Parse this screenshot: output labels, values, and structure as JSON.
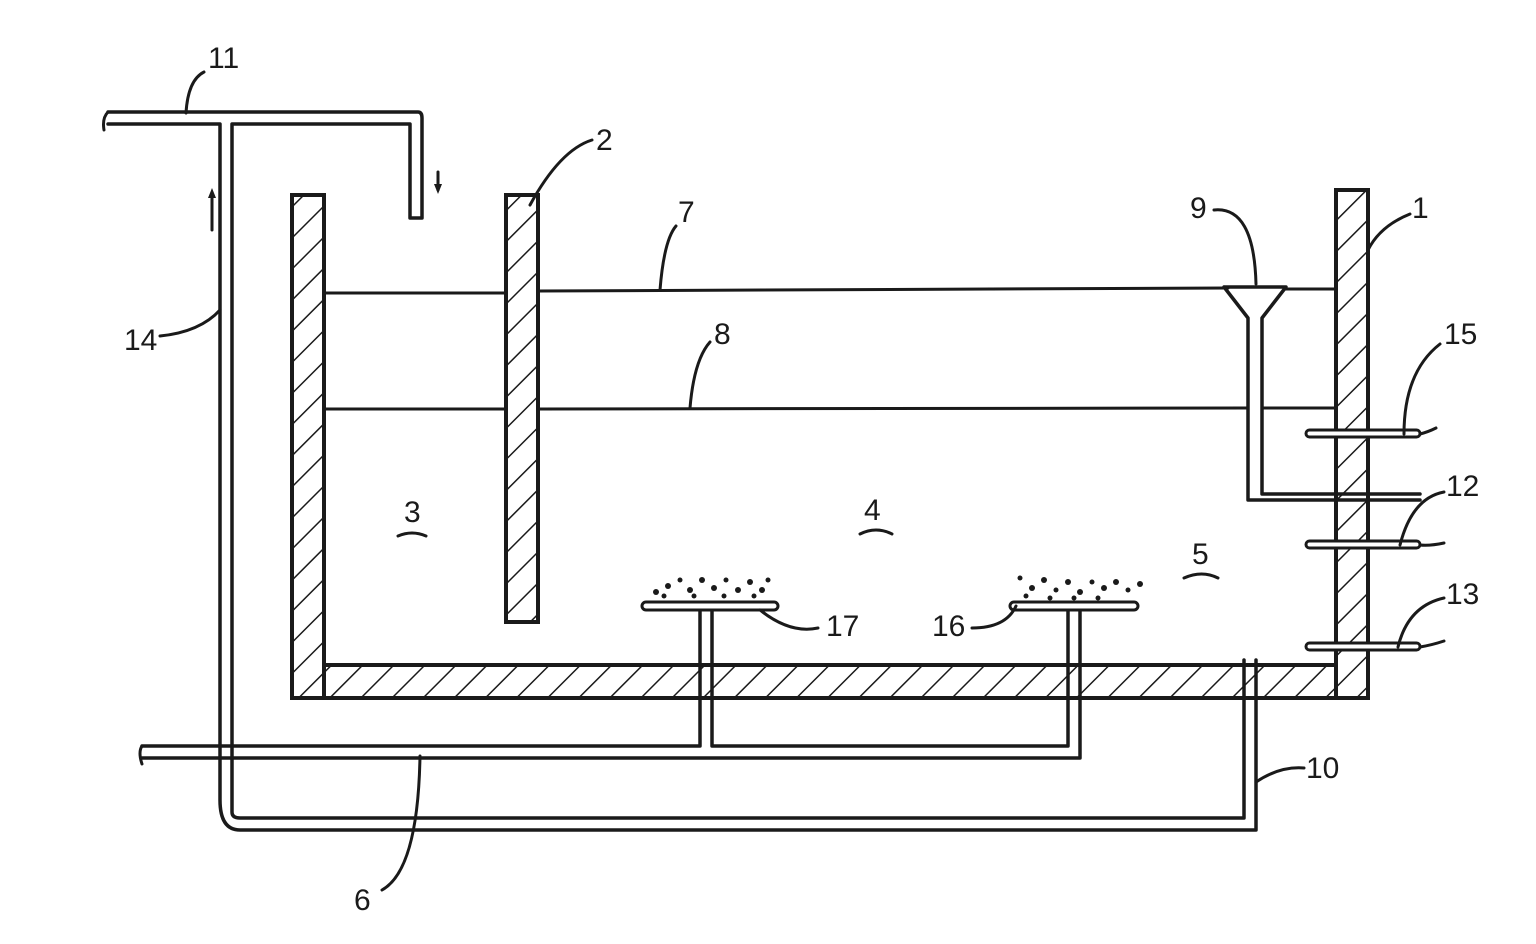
{
  "labels": {
    "l1": "1",
    "l2": "2",
    "l3": "3",
    "l4": "4",
    "l5": "5",
    "l6": "6",
    "l7": "7",
    "l8": "8",
    "l9": "9",
    "l10": "10",
    "l11": "11",
    "l12": "12",
    "l13": "13",
    "l14": "14",
    "l15": "15",
    "l16": "16",
    "l17": "17"
  },
  "colors": {
    "ink": "#1a1a1a",
    "background": "#ffffff"
  }
}
